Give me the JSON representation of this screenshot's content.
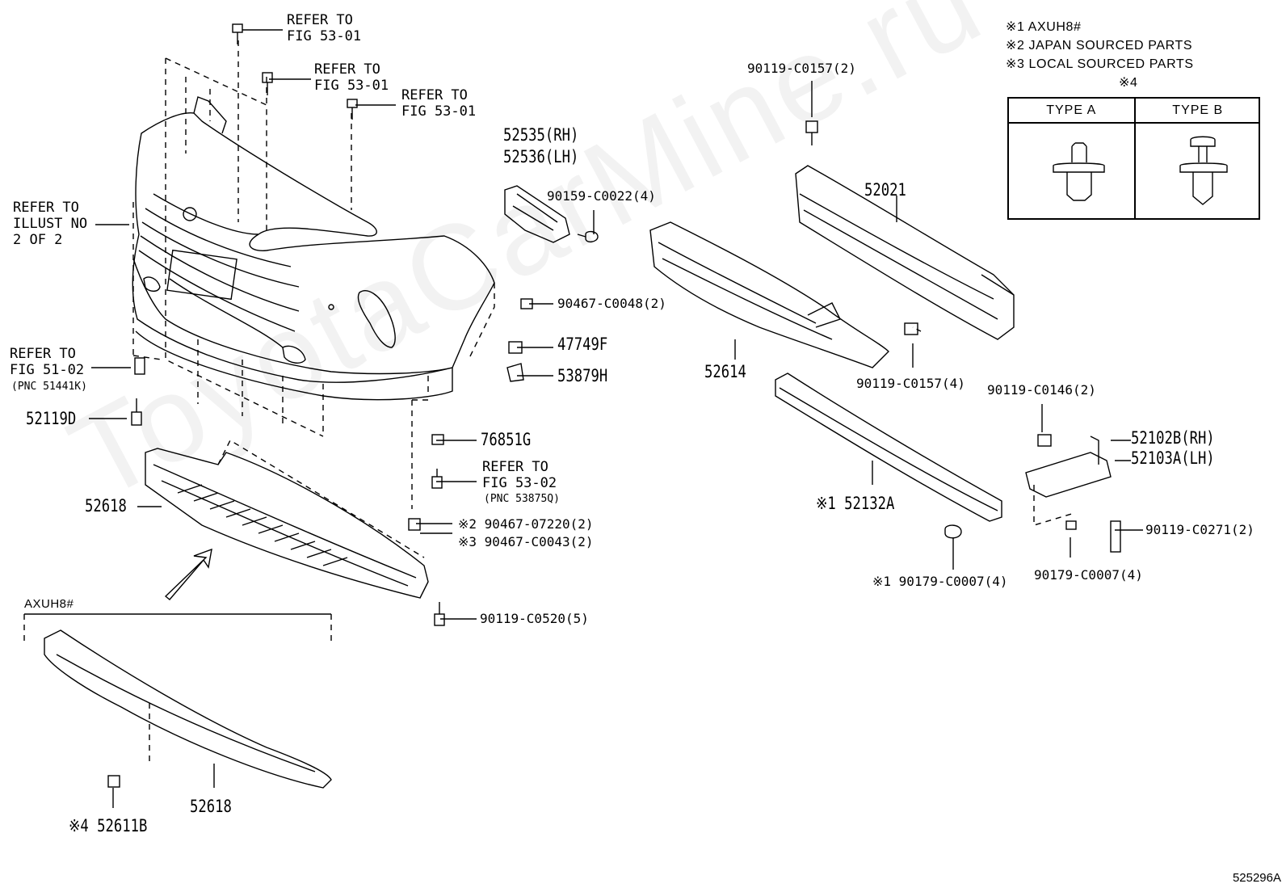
{
  "watermark": "ToyotaCarMine.ru",
  "diagram_code": "525296A",
  "notes": {
    "note1": "※1 AXUH8#",
    "note2": "※2 JAPAN SOURCED PARTS",
    "note3": "※3 LOCAL SOURCED PARTS",
    "note4_title": "※4",
    "type_a": "TYPE A",
    "type_b": "TYPE B"
  },
  "refs": {
    "ref_top1": "REFER TO\nFIG 53-01",
    "ref_top2": "REFER TO\nFIG 53-01",
    "ref_top3": "REFER TO\nFIG 53-01",
    "ref_illust": "REFER TO\nILLUST NO\n2 OF 2",
    "ref_51": "REFER TO\nFIG 51-02",
    "ref_51_pnc": "(PNC 51441K)",
    "ref_53_02": "REFER TO\nFIG 53-02",
    "ref_53_02_pnc": "(PNC 53875Q)",
    "axuh_label": "AXUH8#"
  },
  "parts": {
    "p52535": "52535(RH)",
    "p52536": "52536(LH)",
    "p90159": "90159-C0022(4)",
    "p90467_48": "90467-C0048(2)",
    "p47749": "47749F",
    "p53879": "53879H",
    "p52119": "52119D",
    "p76851": "76851G",
    "p90467_07220": "※2 90467-07220(2)",
    "p90467_c0043": "※3 90467-C0043(2)",
    "p52618_a": "52618",
    "p90119_c0520": "90119-C0520(5)",
    "p52618_b": "52618",
    "p52611": "※4 52611B",
    "p90119_c0157_top": "90119-C0157(2)",
    "p52021": "52021",
    "p52614": "52614",
    "p90119_c0157_bot": "90119-C0157(4)",
    "p90119_c0146": "90119-C0146(2)",
    "p52102": "52102B(RH)",
    "p52103": "52103A(LH)",
    "p52132": "※1 52132A",
    "p90119_c0271": "90119-C0271(2)",
    "p90179_a": "※1 90179-C0007(4)",
    "p90179_b": "90179-C0007(4)"
  }
}
